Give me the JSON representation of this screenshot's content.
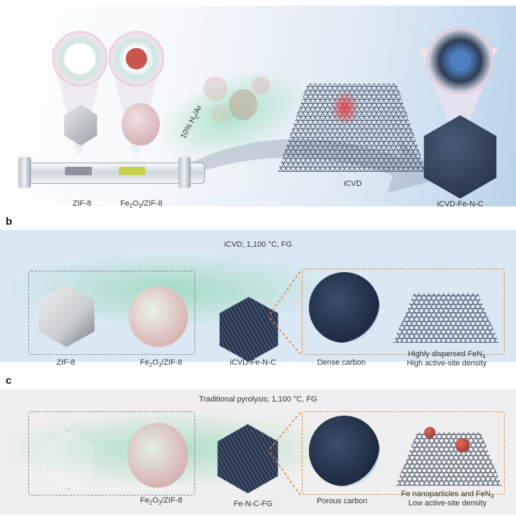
{
  "panel_a": {
    "labels": {
      "zif8": "ZIF-8",
      "fe2o3_zif8_pre": "Fe",
      "fe2o3_zif8_sub1": "2",
      "fe2o3_zif8_mid": "O",
      "fe2o3_zif8_sub2": "3",
      "fe2o3_zif8_post": "/ZIF-8",
      "gas_pre": "10% H",
      "gas_sub": "2",
      "gas_post": "/Ar",
      "icvd": "iCVD",
      "product": "iCVD-Fe-N-C"
    }
  },
  "panel_b": {
    "letter": "b",
    "title": "iCVD; 1,100 °C, FG",
    "labels": {
      "zif8": "ZIF-8",
      "fe": "Fe",
      "sub1": "2",
      "o": "O",
      "sub2": "3",
      "post": "/ZIF-8",
      "product": "iCVD-Fe-N-C",
      "dense": "Dense carbon",
      "desc1_pre": "Highly dispersed FeN",
      "desc1_sub": "4",
      "desc2": "High active-site density"
    }
  },
  "panel_c": {
    "letter": "c",
    "title": "Traditional pyrolysis; 1,100 °C, FG",
    "labels": {
      "fe": "Fe",
      "sub1": "2",
      "o": "O",
      "sub2": "3",
      "post": "/ZIF-8",
      "product": "Fe-N-C-FG",
      "porous": "Porous carbon",
      "desc1_pre": "Fe nanoparticles and FeN",
      "desc1_sub": "4",
      "desc2": "Low active-site density"
    }
  },
  "colors": {
    "panel_b_bg": "#dbe8f4",
    "panel_c_bg": "#efefef",
    "orange_dash": "#d9813a",
    "carbon": "#2f3d57"
  }
}
